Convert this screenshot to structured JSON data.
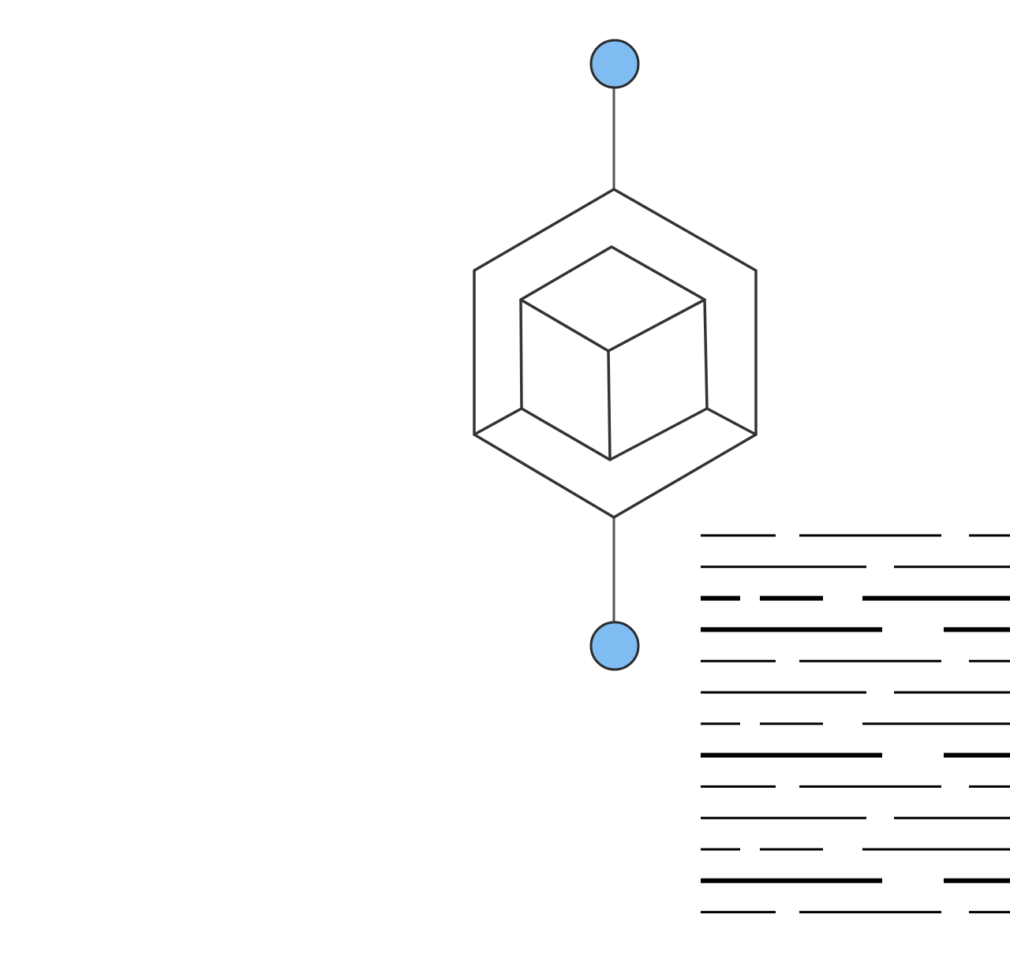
{
  "colors": {
    "background": "#ffffff",
    "stroke": "#333333",
    "connector": "#555555",
    "port_fill": "#7fbcf2",
    "port_stroke": "#2b2b2b",
    "text_lines": "#000000"
  },
  "icons": {
    "node": "hexagon-cube-icon",
    "ports": [
      "port-top",
      "port-bottom"
    ]
  },
  "text_block": {
    "rows": [
      {
        "weight": "thin",
        "dashes": [
          [
            0,
            95
          ],
          [
            125,
            305
          ],
          [
            340,
            400
          ]
        ]
      },
      {
        "weight": "thin",
        "dashes": [
          [
            0,
            210
          ],
          [
            245,
            400
          ]
        ]
      },
      {
        "weight": "bold",
        "dashes": [
          [
            0,
            50
          ],
          [
            75,
            155
          ],
          [
            205,
            400
          ]
        ]
      },
      {
        "weight": "bold",
        "dashes": [
          [
            0,
            230
          ],
          [
            308,
            400
          ]
        ]
      },
      {
        "weight": "thin",
        "dashes": [
          [
            0,
            95
          ],
          [
            125,
            305
          ],
          [
            340,
            400
          ]
        ]
      },
      {
        "weight": "thin",
        "dashes": [
          [
            0,
            210
          ],
          [
            245,
            400
          ]
        ]
      },
      {
        "weight": "thin",
        "dashes": [
          [
            0,
            50
          ],
          [
            75,
            155
          ],
          [
            205,
            400
          ]
        ]
      },
      {
        "weight": "bold",
        "dashes": [
          [
            0,
            230
          ],
          [
            308,
            400
          ]
        ]
      },
      {
        "weight": "thin",
        "dashes": [
          [
            0,
            95
          ],
          [
            125,
            305
          ],
          [
            340,
            400
          ]
        ]
      },
      {
        "weight": "thin",
        "dashes": [
          [
            0,
            210
          ],
          [
            245,
            400
          ]
        ]
      },
      {
        "weight": "thin",
        "dashes": [
          [
            0,
            50
          ],
          [
            75,
            155
          ],
          [
            205,
            400
          ]
        ]
      },
      {
        "weight": "bold",
        "dashes": [
          [
            0,
            230
          ],
          [
            308,
            400
          ]
        ]
      },
      {
        "weight": "thin",
        "dashes": [
          [
            0,
            95
          ],
          [
            125,
            305
          ],
          [
            340,
            400
          ]
        ]
      }
    ]
  }
}
